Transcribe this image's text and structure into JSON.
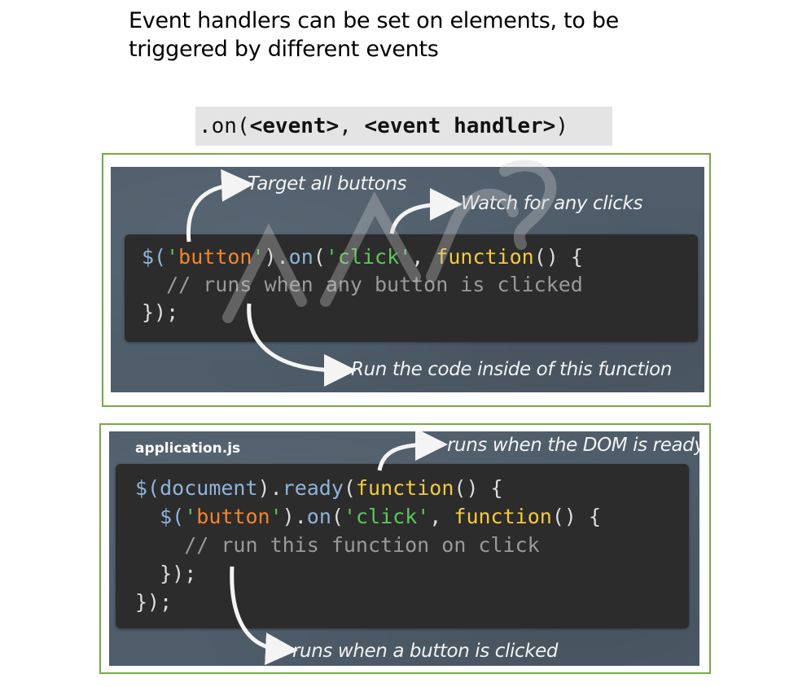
{
  "heading": {
    "line1": "Event handlers can be set on elements, to be",
    "line2": "triggered by different events"
  },
  "syntax": {
    "prefix": ".on(",
    "event": "<event>",
    "separator": ", ",
    "handler": "<event handler>",
    "suffix": ")"
  },
  "example1": {
    "code": {
      "line1": {
        "dollar": "$(",
        "q1": "'",
        "selector": "button",
        "q2": "'",
        "close": ").",
        "method": "on",
        "open": "(",
        "event": "'click'",
        "comma": ", ",
        "keyword": "function",
        "tail": "() {"
      },
      "line2": "  // runs when any button is clicked",
      "line3": "});"
    },
    "annotations": {
      "target": "Target all buttons",
      "watch": "Watch for any clicks",
      "run": "Run the code inside of this function"
    }
  },
  "example2": {
    "file_label": "application.js",
    "code": {
      "line1": {
        "dollar": "$(",
        "arg": "document",
        "close": ").",
        "method": "ready",
        "open": "(",
        "keyword": "function",
        "tail": "() {"
      },
      "line2": {
        "indent": "  ",
        "dollar": "$(",
        "q1": "'",
        "selector": "button",
        "q2": "'",
        "close": ").",
        "method": "on",
        "open": "(",
        "event": "'click'",
        "comma": ", ",
        "keyword": "function",
        "tail": "() {"
      },
      "line3": "    // run this function on click",
      "line4": "  });",
      "line5": "});"
    },
    "annotations": {
      "ready": "runs when the DOM is ready",
      "clicked": "runs when a button is clicked"
    }
  },
  "colors": {
    "frame_border": "#76a943",
    "panel_bg": "#4f5d6a",
    "code_bg": "#2c2c2c",
    "selector": "#f4852a",
    "string": "#5fc55b",
    "keyword": "#f4cb3a",
    "method": "#8fb4db",
    "comment": "#9a9a9a"
  }
}
